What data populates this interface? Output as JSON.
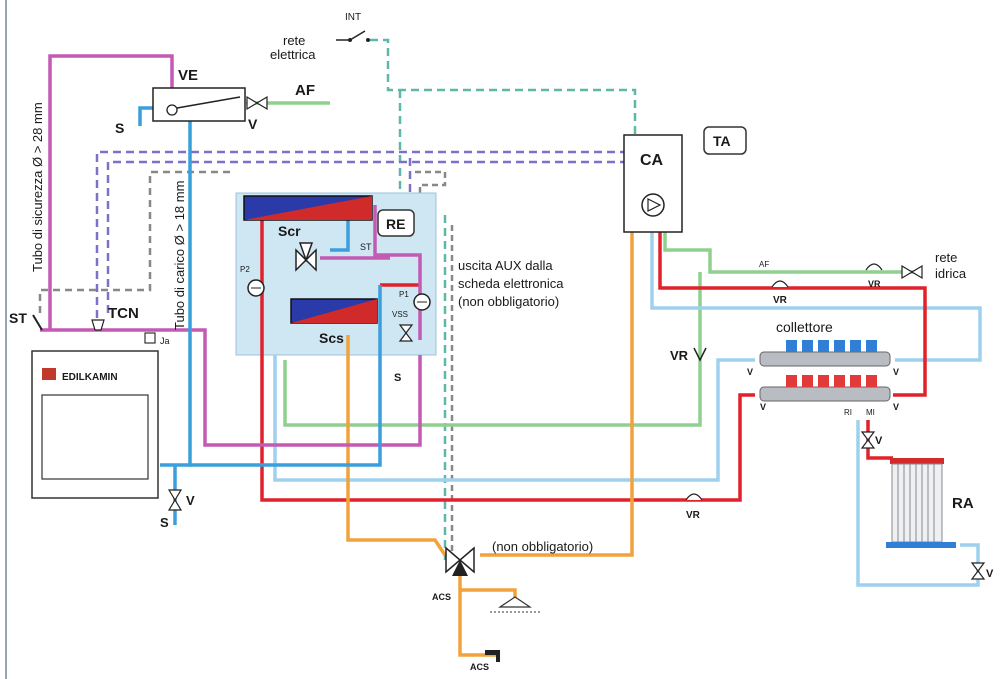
{
  "labels": {
    "int": "INT",
    "rete_elettrica_1": "rete",
    "rete_elettrica_2": "elettrica",
    "ve": "VE",
    "af_top": "AF",
    "s_top": "S",
    "v_top": "V",
    "tubo_sicurezza": "Tubo di sicurezza Ø > 28 mm",
    "tubo_carico": "Tubo di carico Ø > 18 mm",
    "st_left": "ST",
    "tcn": "TCN",
    "ja": "Ja",
    "brand": "EDILKAMIN",
    "scr": "Scr",
    "scs": "Scs",
    "re": "RE",
    "st_mid": "ST",
    "p2": "P2",
    "p1": "P1",
    "vss": "VSS",
    "s_mid": "S",
    "uscita_1": "uscita AUX dalla",
    "uscita_2": "scheda elettronica",
    "uscita_3": "(non obbligatorio)",
    "ca": "CA",
    "ta": "TA",
    "af_right": "AF",
    "rete_idrica_1": "rete",
    "rete_idrica_2": "idrica",
    "vr_1": "VR",
    "vr_2": "VR",
    "vr_3": "VR",
    "vr_4": "VR",
    "collettore": "collettore",
    "v_coll_1": "V",
    "v_coll_2": "V",
    "v_coll_3": "V",
    "v_coll_4": "V",
    "ri": "RI",
    "mi": "MI",
    "v_rad": "V",
    "ra": "RA",
    "v_ra": "V",
    "v_bottom": "V",
    "s_bottom": "S",
    "non_obbl": "(non obbligatorio)",
    "acs_1": "ACS",
    "acs_2": "ACS"
  },
  "colors": {
    "magenta": "#c45ab3",
    "blue": "#3a9fdc",
    "red": "#e0222a",
    "orange": "#f2a23c",
    "green": "#8fd08f",
    "lightblue": "#9fd0ee",
    "purple_dash": "#7b72c8",
    "teal_dash": "#5fb7a8",
    "gray_dash": "#888888",
    "panel": "#cfe6f3"
  }
}
